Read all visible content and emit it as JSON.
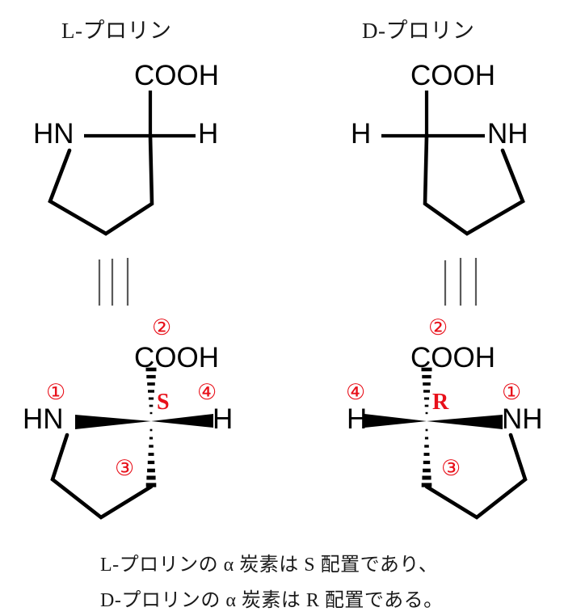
{
  "figure": {
    "background_color": "#ffffff",
    "ink_color": "#000000",
    "accent_color": "#e8101a",
    "equivalence_line_color": "#5a5a5a"
  },
  "titles": {
    "left": "L-プロリン",
    "right": "D-プロリン"
  },
  "structures": {
    "top_left": {
      "name": "L-proline-fischer",
      "carboxyl_label": "COOH",
      "amine_label": "HN",
      "hydrogen_label": "H"
    },
    "top_right": {
      "name": "D-proline-fischer",
      "carboxyl_label": "COOH",
      "amine_label": "NH",
      "hydrogen_label": "H"
    },
    "bottom_left": {
      "name": "L-proline-stereo",
      "carboxyl_label": "COOH",
      "amine_label": "HN",
      "hydrogen_label": "H",
      "configuration": "S",
      "priorities": {
        "amine": "①",
        "carboxyl": "②",
        "ring_carbon": "③",
        "hydrogen": "④"
      }
    },
    "bottom_right": {
      "name": "D-proline-stereo",
      "carboxyl_label": "COOH",
      "amine_label": "NH",
      "hydrogen_label": "H",
      "configuration": "R",
      "priorities": {
        "amine": "①",
        "carboxyl": "②",
        "ring_carbon": "③",
        "hydrogen": "④"
      }
    }
  },
  "equivalence": {
    "left_marker": "|||",
    "right_marker": "|||"
  },
  "caption": {
    "line1": "L-プロリンの α 炭素は S 配置であり、",
    "line2": "D-プロリンの α 炭素は R 配置である。"
  }
}
